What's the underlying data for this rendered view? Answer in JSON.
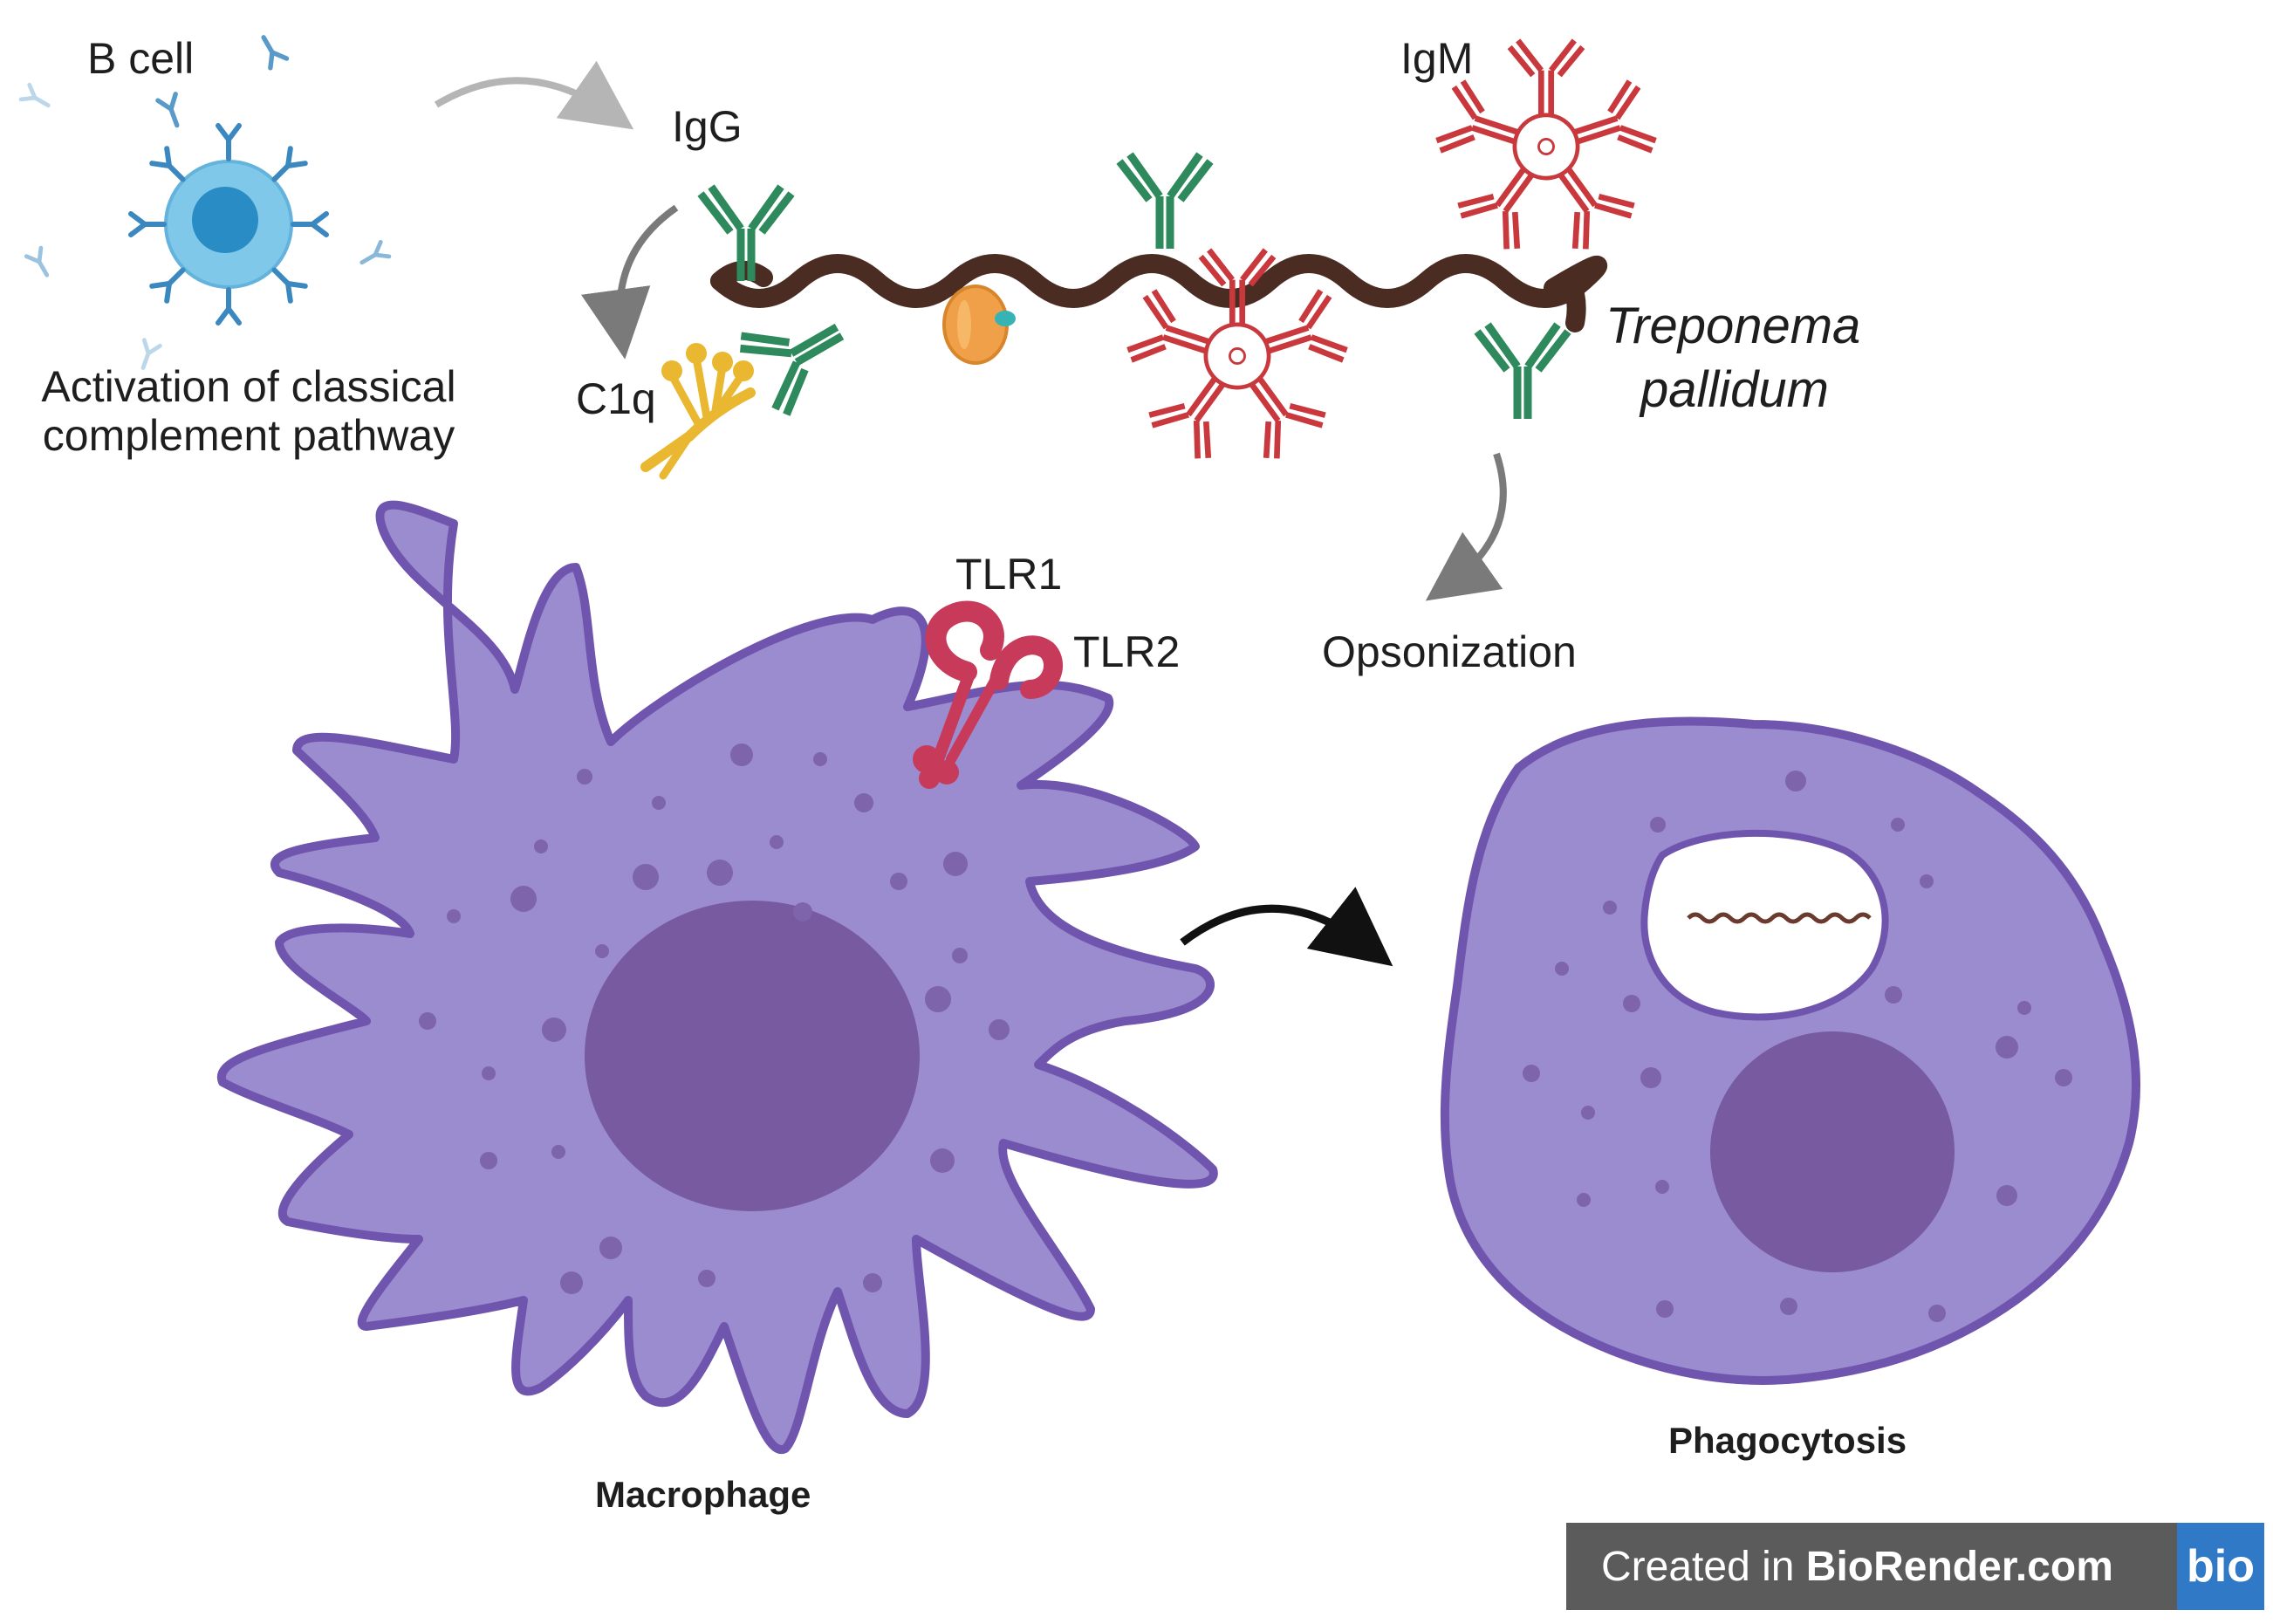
{
  "labels": {
    "b_cell": "B cell",
    "activation_line1": "Activation of classical",
    "activation_line2": "complement pathway",
    "igg": "IgG",
    "igm": "IgM",
    "c1q": "C1q",
    "treponema": "Treponema",
    "pallidum": "pallidum",
    "tlr1": "TLR1",
    "tlr2": "TLR2",
    "opsonization": "Opsonization",
    "macrophage": "Macrophage",
    "phagocytosis": "Phagocytosis"
  },
  "watermark": {
    "prefix": "Created in ",
    "brand": "BioRender.com",
    "badge": "bio"
  },
  "colors": {
    "cell_fill": "#9b8bcf",
    "cell_stroke": "#6f55ad",
    "nucleus": "#775aa0",
    "spirochete": "#4a2c22",
    "igg": "#2e8a5c",
    "igm": "#c8383c",
    "c1q": "#e9b730",
    "tlr": "#c83a5a",
    "bcell_outer": "#7fc8ea",
    "bcell_inner": "#2a8cc4",
    "antibody_blue": "#3b88c0",
    "arrow_gray": "#7a7a7a",
    "arrow_black": "#111111"
  }
}
